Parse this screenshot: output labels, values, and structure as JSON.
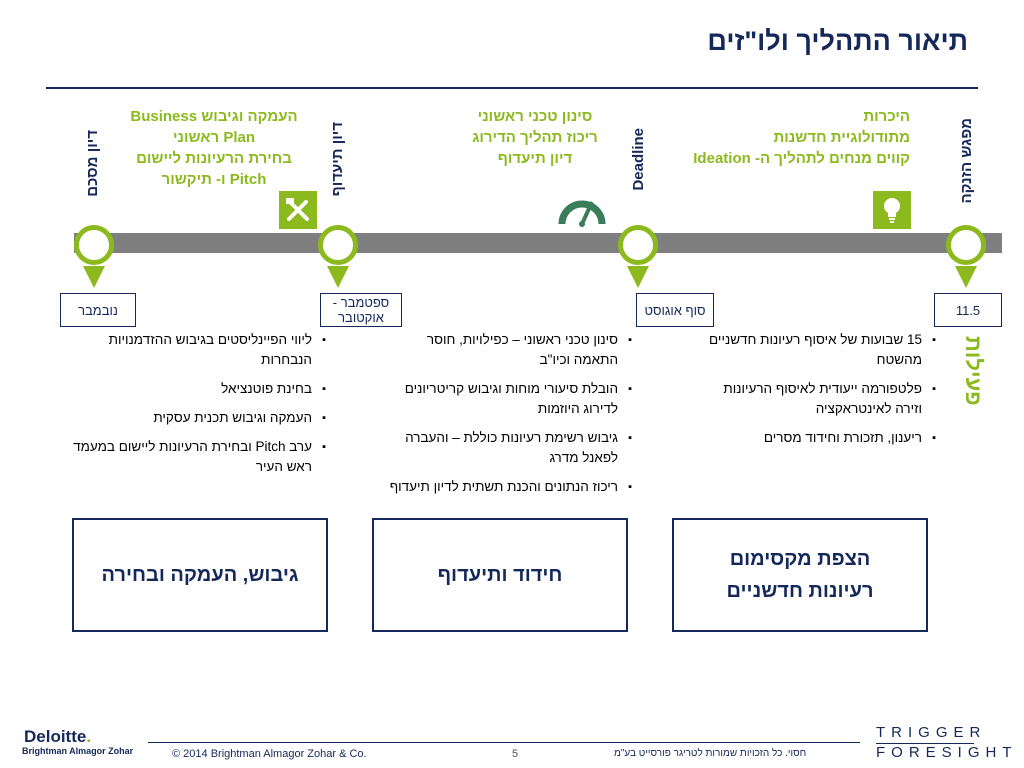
{
  "title": "תיאור התהליך ולו\"זים",
  "milestones": {
    "m1": "מפגש הזנקה",
    "m2": "Deadline",
    "m3": "דיון תיעדוף",
    "m4": "דיון מסכם"
  },
  "phases": {
    "p1": [
      "היכרות",
      "מתודולוגיית חדשנות",
      "קווים מנחים לתהליך ה- Ideation"
    ],
    "p2": [
      "סינון טכני ראשוני",
      "ריכוז תהליך הדירוג",
      "דיון תיעדוף"
    ],
    "p3": [
      "העמקה וגיבוש  Business",
      "Plan ראשוני",
      "בחירת הרעיונות ליישום",
      "Pitch ו- תיקשור"
    ]
  },
  "icons": {
    "p1": "lightbulb-icon",
    "p2": "speedometer-icon",
    "p3": "tools-icon"
  },
  "dates": {
    "d1": "11.5",
    "d2": "סוף אוגוסט",
    "d3": "ספטמבר - אוקטובר",
    "d4": "נובמבר"
  },
  "activities_label": "פעילות",
  "bullets": {
    "col1": [
      "15 שבועות של איסוף רעיונות חדשניים מהשטח",
      "פלטפורמה ייעודית לאיסוף הרעיונות וזירה לאינטראקציה",
      "ריענון, תזכורת וחידוד מסרים"
    ],
    "col2": [
      "סינון טכני ראשוני – כפילויות, חוסר התאמה וכיו\"ב",
      "הובלת סיעורי מוחות וגיבוש קריטריונים לדירוג היוזמות",
      "גיבוש רשימת רעיונות כוללת – והעברה לפאנל מדרג",
      "ריכוז הנתונים והכנת תשתית לדיון תיעדוף"
    ],
    "col3": [
      "ליווי הפיינליסטים בגיבוש ההזדמנויות הנבחרות",
      "בחינת פוטנציאל",
      "העמקה וגיבוש תכנית עסקית",
      "ערב Pitch ובחירת הרעיונות ליישום במעמד ראש העיר"
    ]
  },
  "outcomes": {
    "o1": "הצפת מקסימום רעיונות חדשניים",
    "o2": "חידוד ותיעדוף",
    "o3": "גיבוש, העמקה ובחירה"
  },
  "footer": {
    "logo_main": "Deloitte",
    "logo_dot": ".",
    "logo_sub": "Brightman Almagor Zohar",
    "copyright": "© 2014 Brightman Almagor Zohar & Co.",
    "page": "5",
    "disclaimer": "חסוי. כל הזכויות שמורות לטריגר פורסייט בע\"מ",
    "brand_line1": "TRIGGER",
    "brand_line2": "FORESIGHT"
  },
  "colors": {
    "navy": "#14285a",
    "green": "#8cba1e",
    "track": "#7f7f7f"
  }
}
